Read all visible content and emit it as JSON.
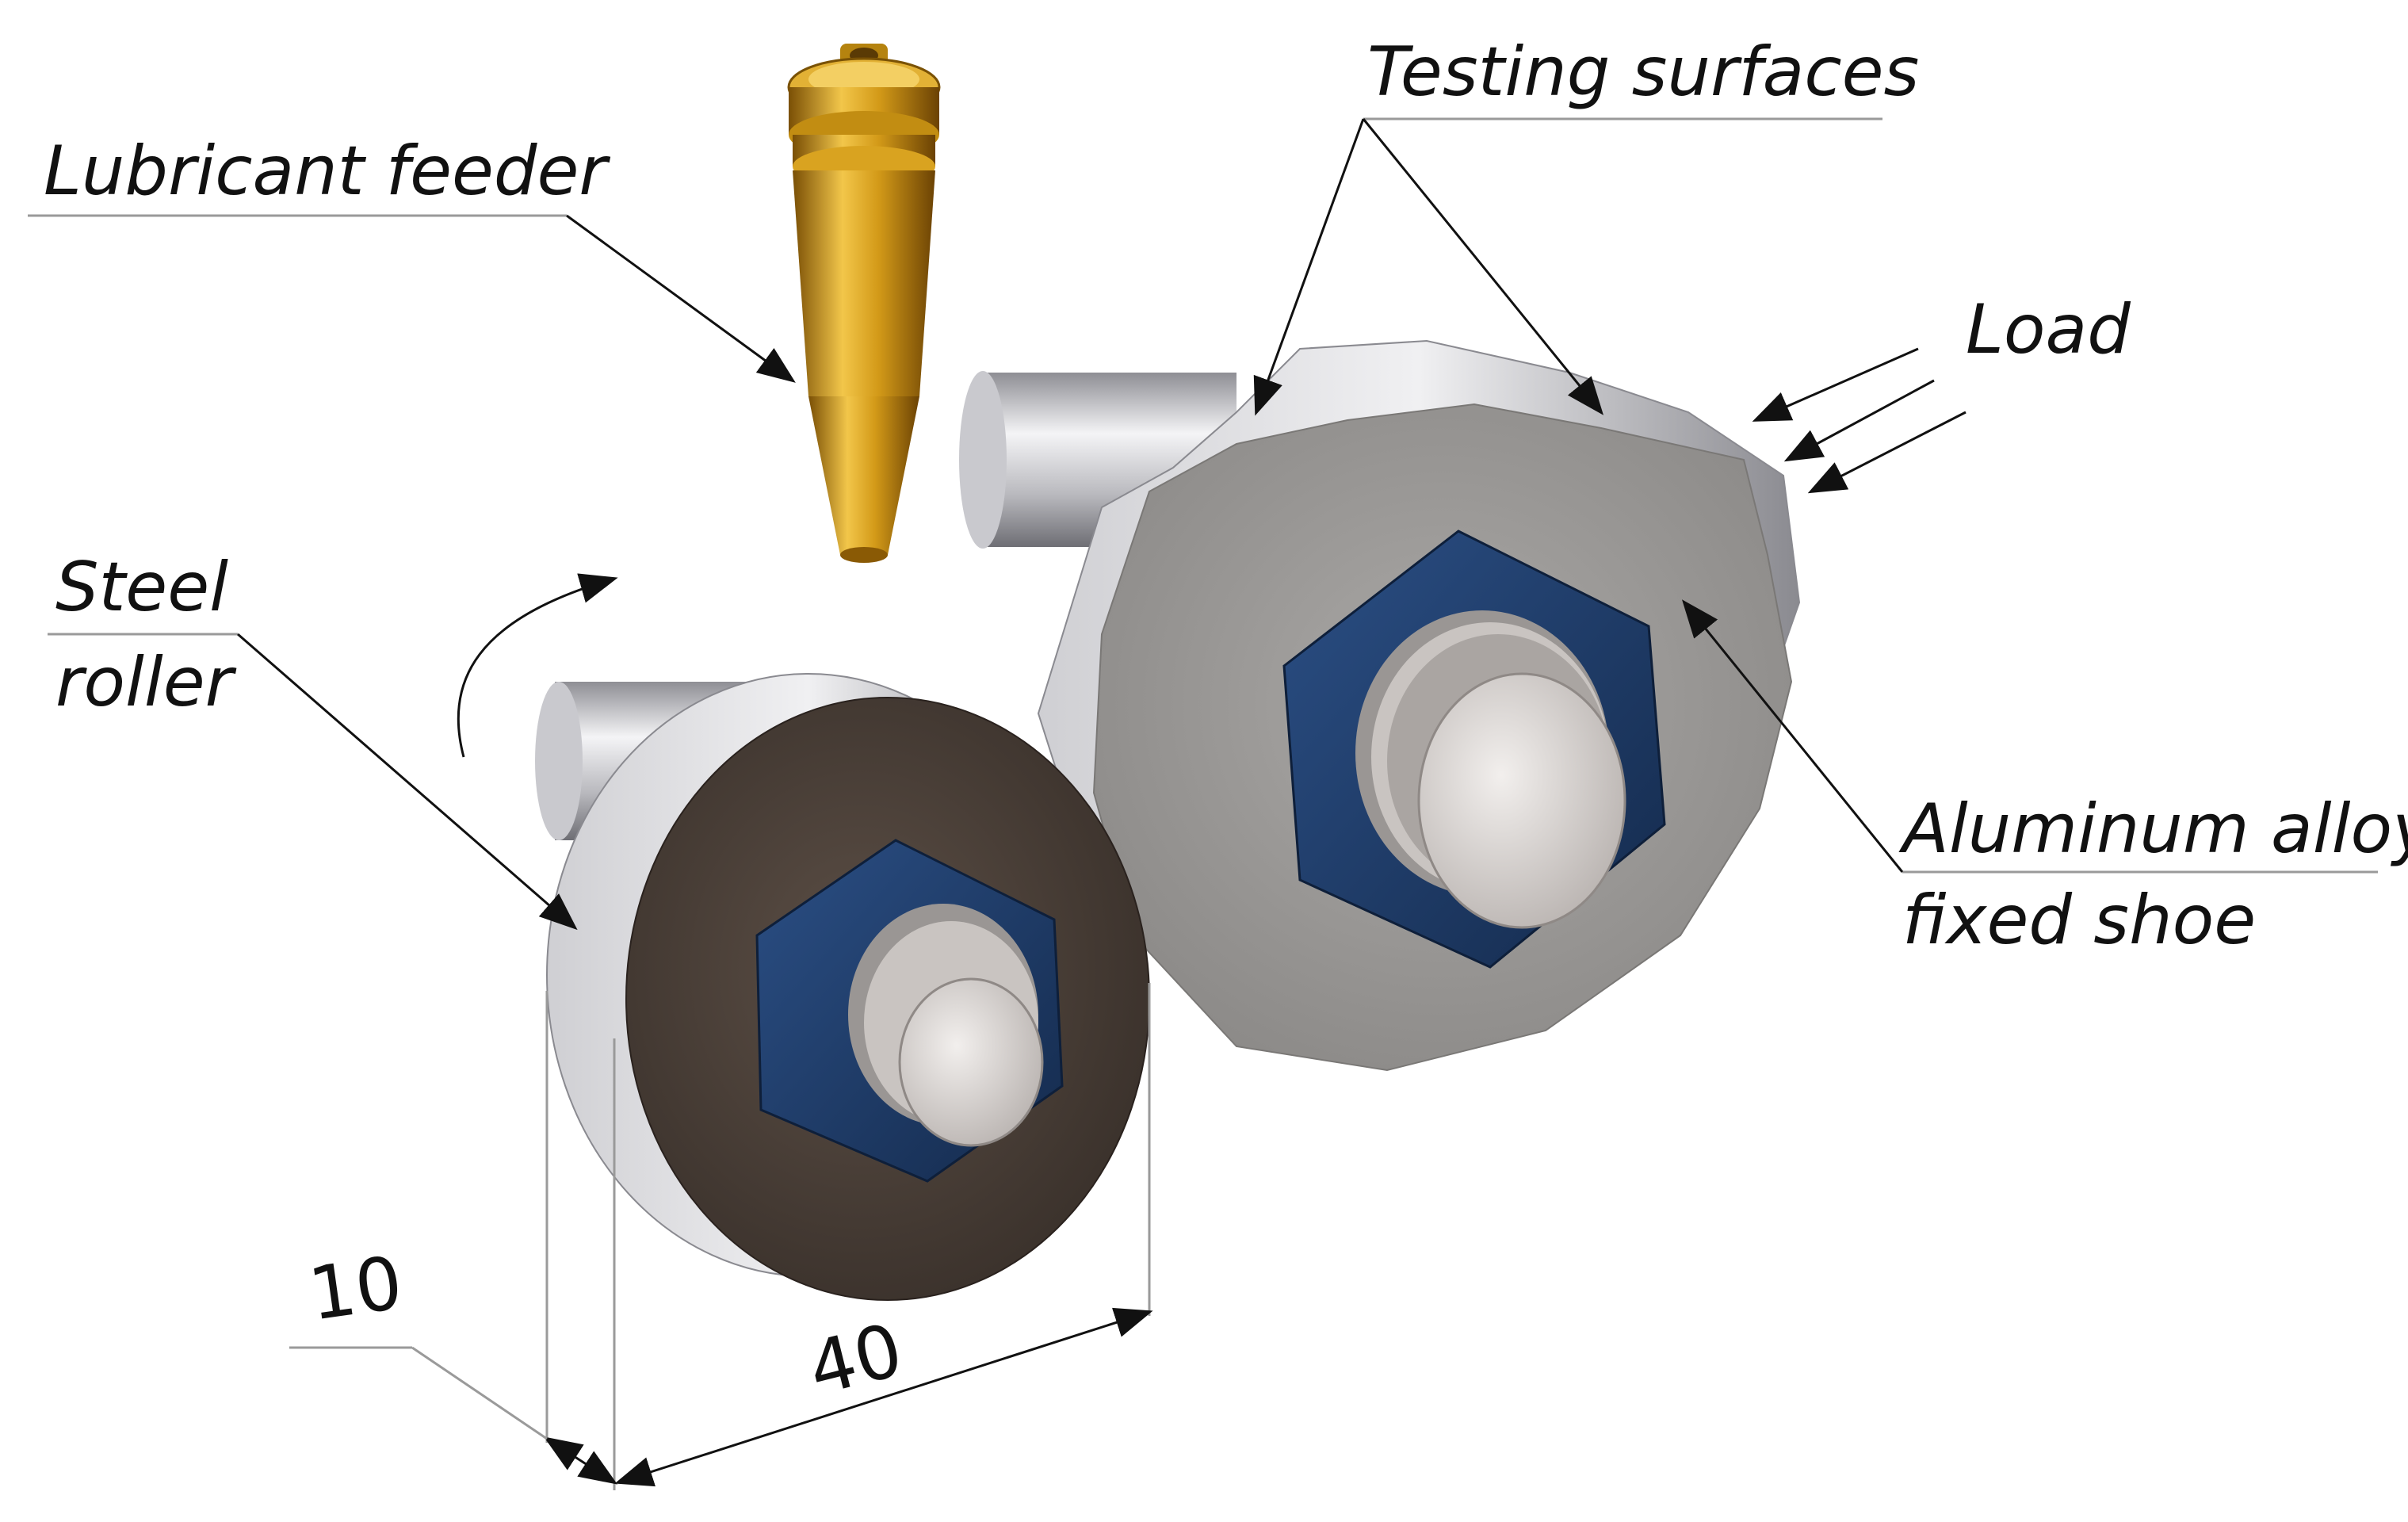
{
  "labels": {
    "lubricant_feeder": "Lubricant feeder",
    "testing_surfaces": "Testing surfaces",
    "load": "Load",
    "steel_roller_line1": "Steel",
    "steel_roller_line2": "roller",
    "shoe_line1": "Aluminum alloy",
    "shoe_line2": "fixed shoe"
  },
  "dimensions": {
    "width_value": "10",
    "diameter_value": "40"
  },
  "colors": {
    "feeder_brass": "#c9920e",
    "steel": "#bfbfc4",
    "roller_face": "#4a3f38",
    "shoe_face": "#9c9a98",
    "nut_blue": "#1f3a66",
    "bolt": "#d8d4d2"
  }
}
